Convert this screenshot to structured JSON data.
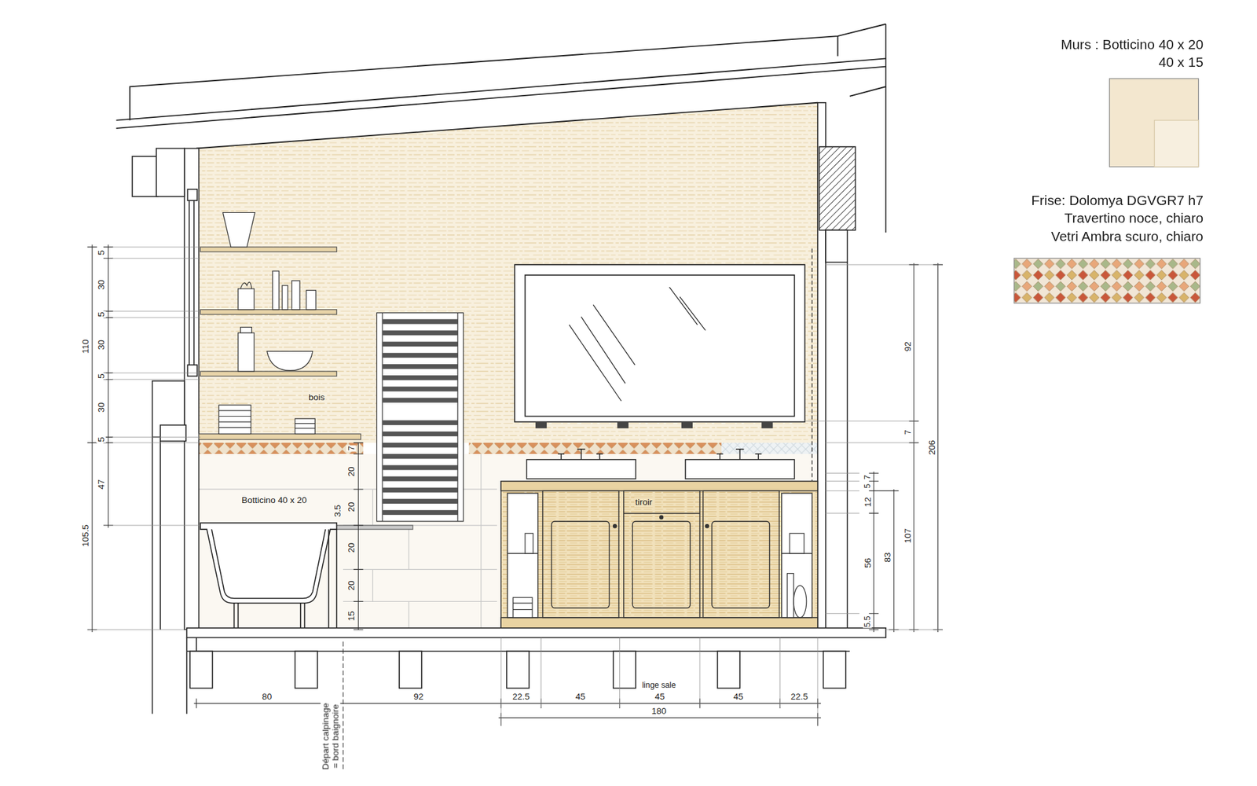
{
  "diagram": {
    "labels": [
      "Murs : Botticino 40 x 20",
      "40 x 15",
      "Frise: Dolomya DGVGR7 h7",
      "Travertino noce, chiaro",
      "Vetri Ambra scuro, chiaro",
      "5",
      "30",
      "5",
      "30",
      "5",
      "30",
      "5",
      "47",
      "110",
      "105.5",
      "bois",
      "Botticino 40 x 20",
      "7",
      "20",
      "20",
      "3.5",
      "20",
      "20",
      "15",
      "tiroir",
      "92",
      "7",
      "206",
      "7",
      "5",
      "12",
      "56",
      "83",
      "107",
      "5.5",
      "80",
      "92",
      "22.5",
      "45",
      "linge sale",
      "45",
      "45",
      "22.5",
      "180",
      "Départ calpinage = bord baignoire"
    ]
  }
}
